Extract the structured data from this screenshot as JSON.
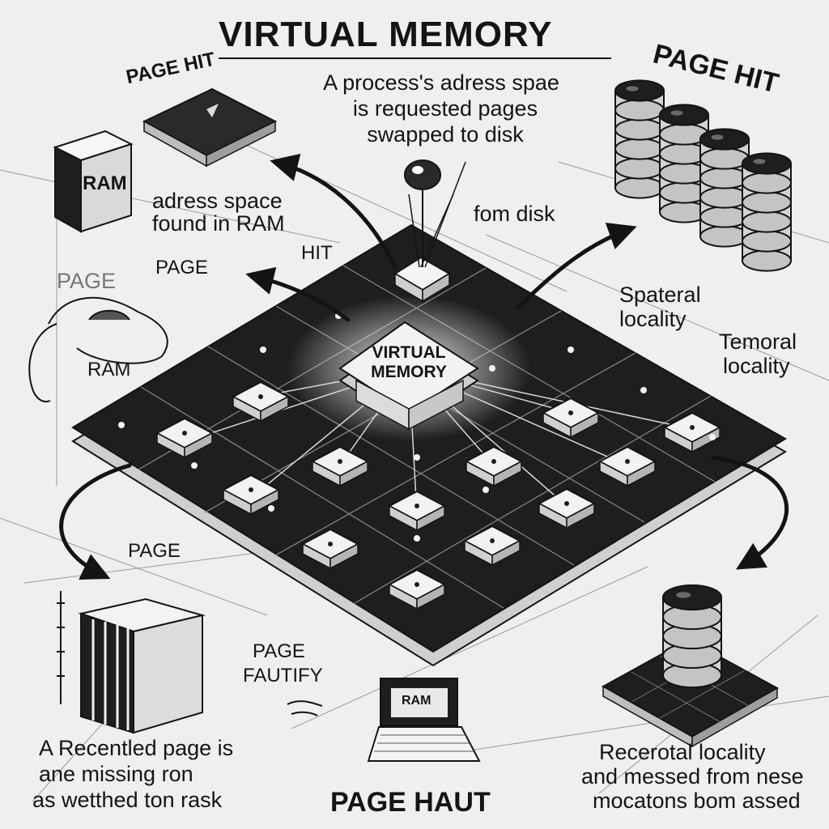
{
  "title": "VIRTUAL MEMORY",
  "intro": {
    "line1": "A process's adress spae",
    "line2": "is requested pages",
    "line3": "swapped to disk"
  },
  "labels": {
    "page_hit_topleft": "PAGE HIT",
    "page_hit_topright": "PAGE HIT",
    "ram_box": "RAM",
    "address_found_l1": "adress space",
    "address_found_l2": "found in RAM",
    "page_mid": "PAGE",
    "hit_mid": "HIT",
    "page_left": "PAGE",
    "in_ram": "RAM",
    "from_disk": "fom disk",
    "spatial_l1": "Spateral",
    "spatial_l2": "locality",
    "temporal_l1": "Temoral",
    "temporal_l2": "locality",
    "hub_l1": "VIRTUAL",
    "hub_l2": "MEMORY",
    "page_lower": "PAGE",
    "page_fault_l1": "PAGE",
    "page_fault_l2": "FAUTIFY",
    "recent_l1": "A Recentled page is",
    "recent_l2": "ane missing ron",
    "recent_l3": "as wetthed ton rask",
    "bottom_center": "PAGE HAUT",
    "br_l1": "Recerotal locality",
    "br_l2": "and messed from nese",
    "br_l3": "mocatons bom assed",
    "laptop_screen": "RAM"
  },
  "colors": {
    "ink": "#141414",
    "board": "#1e1e1e",
    "tile": "#e9e9e9",
    "paper": "#efefef"
  }
}
